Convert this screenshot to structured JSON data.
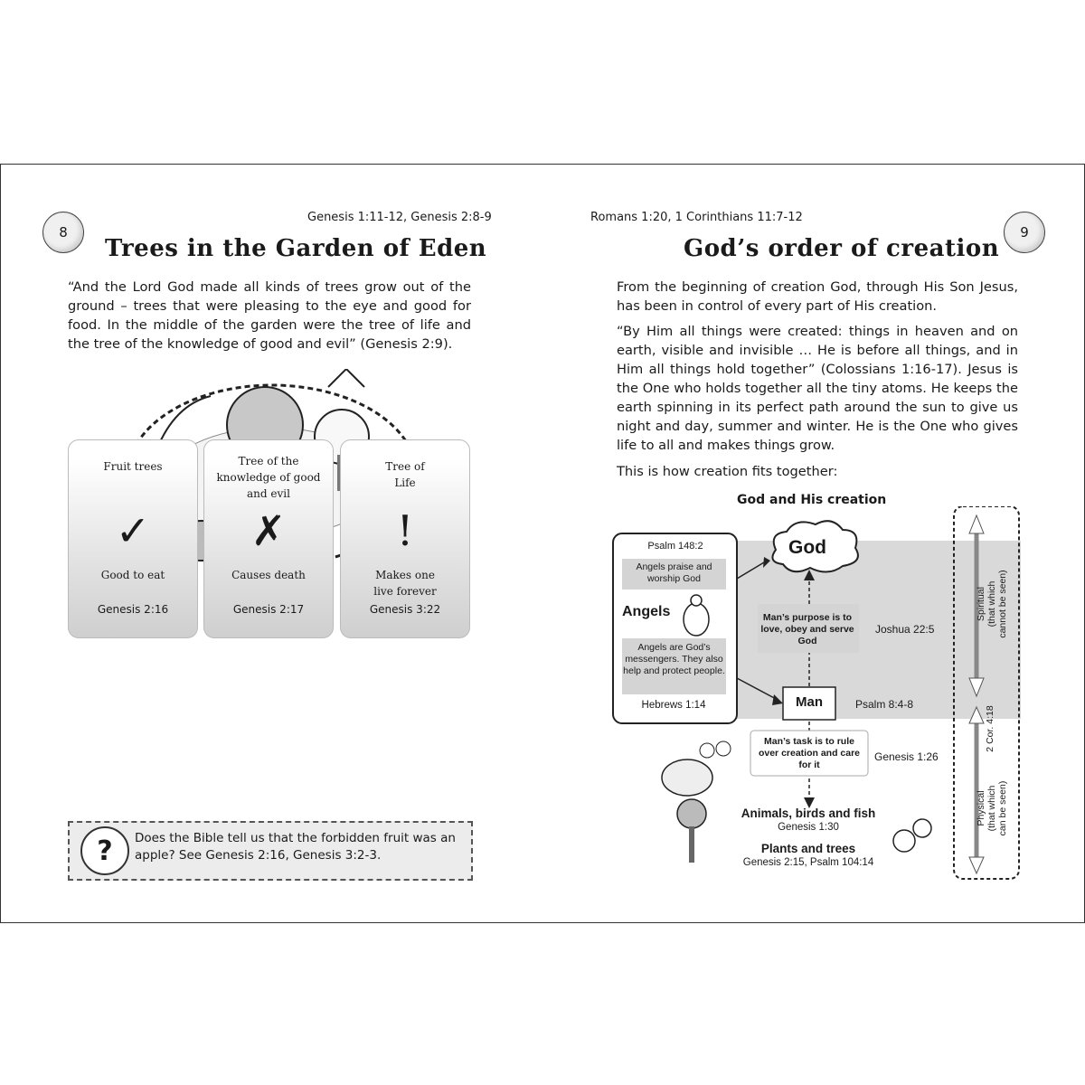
{
  "left_page": {
    "number": "8",
    "reference": "Genesis 1:11-12, Genesis 2:8-9",
    "title": "Trees in the Garden of Eden",
    "quote": "“And the Lord God made all kinds of trees grow out of the ground – trees that were pleasing to the eye and good for food. In the middle of the garden were the tree of life and the tree of the knowledge of good and evil” (Genesis 2:9).",
    "cards": [
      {
        "title": "Fruit trees",
        "symbol": "✓",
        "text": "Good to eat",
        "ref": "Genesis 2:16"
      },
      {
        "title": "Tree of the knowledge of good and evil",
        "symbol": "✗",
        "text": "Causes death",
        "ref": "Genesis 2:17"
      },
      {
        "title": "Tree of Life",
        "symbol": "!",
        "text": "Makes one live forever",
        "ref": "Genesis 3:22"
      }
    ],
    "question": "Does the Bible tell us that the forbidden fruit was an apple? See Genesis 2:16, Genesis 3:2-3.",
    "question_icon": "?"
  },
  "right_page": {
    "number": "9",
    "reference": "Romans 1:20, 1 Corinthians 11:7-12",
    "title": "God’s order of creation",
    "para1": "From the beginning of creation God, through His Son Jesus, has been in control of every part of His creation.",
    "para2": "“By Him all things were created: things in heaven and on earth, visible and invisible … He is before all things, and in Him all things hold together” (Colossians 1:16-17). Jesus is the One who holds together all the tiny atoms. He keeps the earth spinning in its perfect path around the sun to give us night and day, summer and winter. He is the One who gives life to all and makes things grow.",
    "para3": "This is how creation fits together:",
    "diagram": {
      "title": "God and His creation",
      "god": "God",
      "angels_ref_top": "Psalm 148:2",
      "angels_praise": "Angels praise and worship God",
      "angels_label": "Angels",
      "angels_messengers": "Angels are God’s messengers. They also help and protect people.",
      "angels_ref_bottom": "Hebrews 1:14",
      "purpose": "Man’s purpose is to love, obey and serve God",
      "purpose_ref": "Joshua 22:5",
      "man": "Man",
      "man_ref": "Psalm 8:4-8",
      "task": "Man’s task is to rule over creation and care for it",
      "task_ref": "Genesis 1:26",
      "animals": "Animals, birds and fish",
      "animals_ref": "Genesis 1:30",
      "plants": "Plants and trees",
      "plants_ref": "Genesis 2:15, Psalm 104:14",
      "spiritual_1": "Spiritual",
      "spiritual_2": "(that which",
      "spiritual_3": "cannot be seen)",
      "cor_ref": "2 Cor. 4:18",
      "physical_1": "Physical",
      "physical_2": "(that which",
      "physical_3": "can be seen)"
    }
  }
}
